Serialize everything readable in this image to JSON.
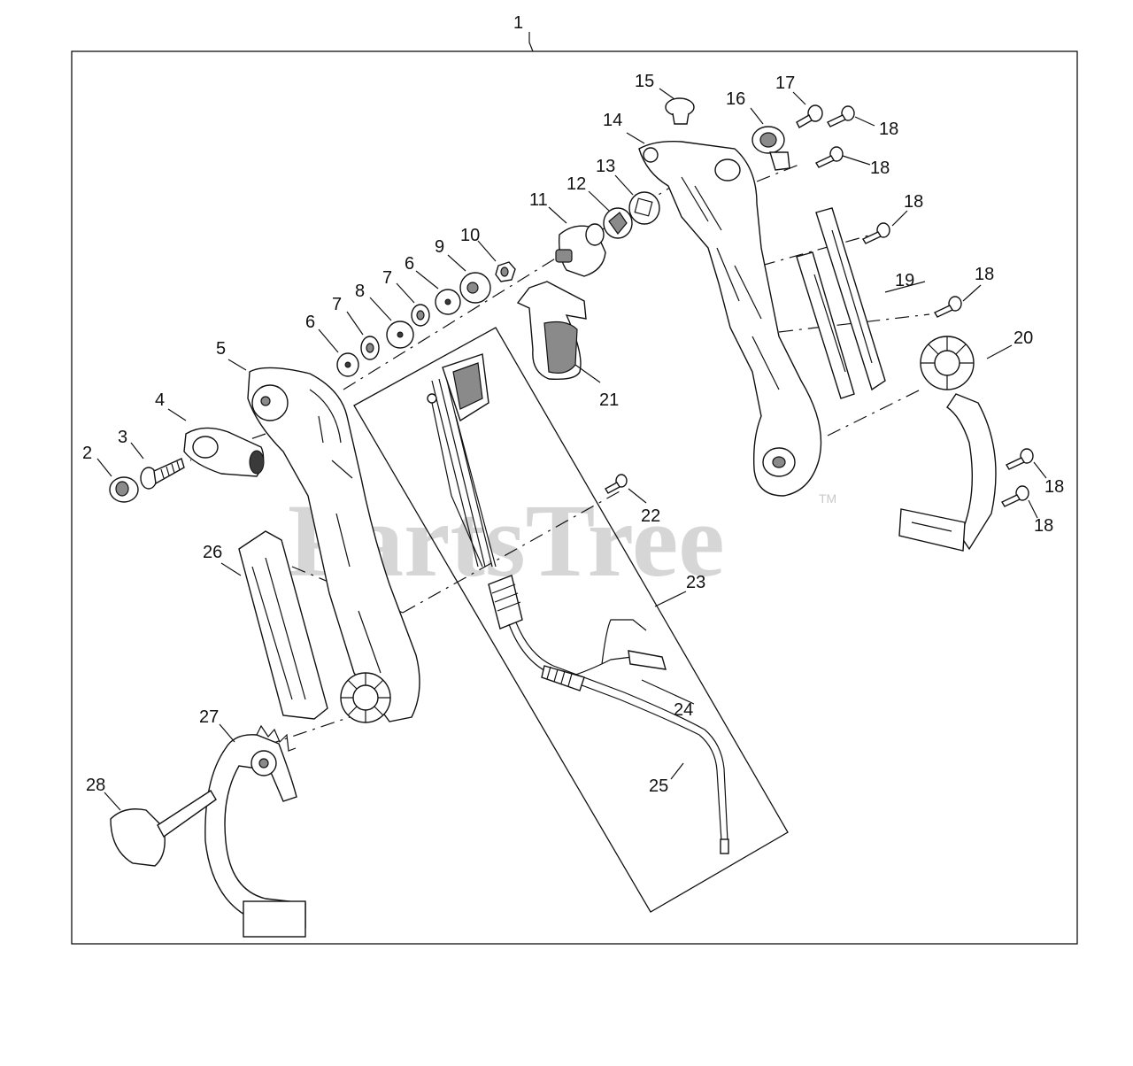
{
  "watermark": {
    "text": "PartsTree",
    "trademark": "TM"
  },
  "assembly_label": "1",
  "callouts": {
    "c2": "2",
    "c3": "3",
    "c4": "4",
    "c5": "5",
    "c6a": "6",
    "c6b": "6",
    "c7a": "7",
    "c7b": "7",
    "c8": "8",
    "c9": "9",
    "c10": "10",
    "c11": "11",
    "c12": "12",
    "c13": "13",
    "c14": "14",
    "c15": "15",
    "c16": "16",
    "c17": "17",
    "c18a": "18",
    "c18b": "18",
    "c18c": "18",
    "c18d": "18",
    "c18e": "18",
    "c18f": "18",
    "c19": "19",
    "c20": "20",
    "c21": "21",
    "c22": "22",
    "c23": "23",
    "c24": "24",
    "c25": "25",
    "c26": "26",
    "c27": "27",
    "c28": "28"
  },
  "colors": {
    "line": "#111111",
    "shade": "#8a8a8a",
    "watermark": "#c9c9c9",
    "background": "#ffffff"
  }
}
